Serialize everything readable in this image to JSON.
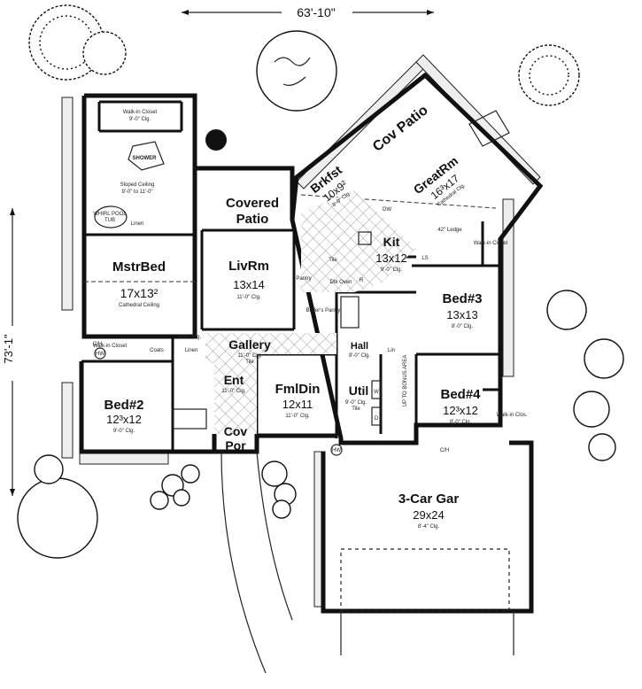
{
  "dimensions": {
    "width_label": "63'-10\"",
    "depth_label": "73'-1\""
  },
  "rooms": {
    "cov_patio_top": {
      "name": "Cov Patio"
    },
    "brkfst": {
      "name": "Brkfst",
      "size": "10x9²",
      "ceiling": "8'-0\" Clg."
    },
    "greatrm": {
      "name": "GreatRm",
      "size": "16³x17",
      "ceiling": "Cathedral Clg."
    },
    "kit": {
      "name": "Kit",
      "size": "13x12",
      "ceiling": "9'-0\" Clg."
    },
    "covered_patio": {
      "name1": "Covered",
      "name2": "Patio"
    },
    "mstrbed": {
      "name": "MstrBed",
      "size": "17x13²",
      "ceiling": "Cathedral Ceiling"
    },
    "livrm": {
      "name": "LivRm",
      "size": "13x14",
      "ceiling": "11'-0\" Clg."
    },
    "bed3": {
      "name": "Bed#3",
      "size": "13x13",
      "ceiling": "8'-0\" Clg."
    },
    "bed4": {
      "name": "Bed#4",
      "size": "12³x12",
      "ceiling": "8'-0\" Clg."
    },
    "bed2": {
      "name": "Bed#2",
      "size": "12³x12",
      "ceiling": "9'-0\" Clg."
    },
    "gallery": {
      "name": "Gallery",
      "ceiling": "11'-0\" Clg.",
      "floor": "Tile"
    },
    "ent": {
      "name": "Ent",
      "ceiling": "11'-0\" Clg."
    },
    "fmldin": {
      "name": "FmlDin",
      "size": "12x11",
      "ceiling": "11'-0\" Clg."
    },
    "util": {
      "name": "Util",
      "ceiling": "9'-0\" Clg.",
      "floor": "Tile"
    },
    "hall": {
      "name": "Hall",
      "ceiling": "9'-0\" Clg."
    },
    "cov_por": {
      "name1": "Cov",
      "name2": "Por"
    },
    "garage": {
      "name": "3-Car Gar",
      "size": "29x24",
      "ceiling": "8'-4\" Clg."
    }
  },
  "annotations": {
    "walkin_closet_master": "Walk-in Closet",
    "walkin_closet_master_clg": "9'-0\" Clg.",
    "shower": "SHOWER",
    "sloped_ceiling": "Sloped Ceiling",
    "sloped_ceiling_range": "9'-0\" to 11'-0\"",
    "whirlpool": "WHIRL POOL",
    "tub": "TUB",
    "linen": "Linen",
    "linen2": "Linen",
    "walkin_closet_bed2": "Walk-in Closet",
    "coats": "Coats",
    "ceiling_9": "9'-0\" Clg.",
    "ch": "C/H",
    "hw": "HW",
    "ch2": "C/H",
    "butlers_pantry": "Butler's Pantry",
    "pantry": "Pantry",
    "dbl_oven": "Dbl Oven",
    "ref": "R",
    "ls": "LS",
    "dw": "DW",
    "ledge": "42\" Ledge",
    "tile": "Tile",
    "walkin_closet_bed3": "Walk-in Closet",
    "walkin_closet_bed4": "Walk-in Clos.",
    "lin": "Lin",
    "up_to_bonus": "UP TO BONUS AREA",
    "w": "W",
    "d": "D",
    "hw_garage": "HW"
  }
}
